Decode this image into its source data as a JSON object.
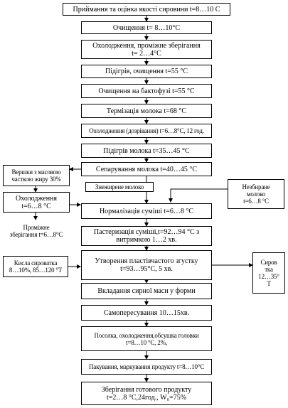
{
  "steps": {
    "s1": "Приймання та оцінка якості сировини t=8…10 С",
    "s2": "Очищення t= 8…10°С",
    "s3": "Охолодження, проміжне зберігання\nt= 2…4°С",
    "s4": "Підігрів, очищення t=55 °С",
    "s5": "Очищення на бактофузі t=55 °С",
    "s6": "Термізація молока t=68 °С",
    "s7": "Охолодження (дозрівання) t=6…8°С, 12 год.",
    "s8": "Підігрів молока t=35…45 °С",
    "s9": "Сепарування молока t=40…45 °С",
    "s10": "Нормалізація суміші t=6…8 °С",
    "s11": "Пастеризація суміші,t=92…94 °С з\nвитримкою 1…2 хв.",
    "s12": "Утворення пластівчастого згустку\nt=93…95°С, 5 хв.",
    "s13": "Вкладання сирної маси у форми",
    "s14": "Самопересування 10…15хв.",
    "s15": "Посолка, охолодження,обсушка головки\nt=8…10 °С, 2%,",
    "s16": "Пакування, маркування продукту t=8…10°С",
    "s17": "Зберігання готового продукту\nt=2…8 °С,24год., W₀=75%"
  },
  "side": {
    "cream": "Вершки з масовою\nчасткою жиру 30%",
    "cream_cool": "Охолодження\nt=6…8 °С",
    "cream_store": "Проміжне\nзберігання t=6…8°С",
    "skim": "Знежирене молоко",
    "skimmed_milk": "Незбиране\nмолоко\nt=6…8 °С",
    "acid_whey": "Кисла сироватка\n8…10%, 85…120 °Т",
    "whey": "Сиров\nтка\n12…35°\nТ"
  }
}
